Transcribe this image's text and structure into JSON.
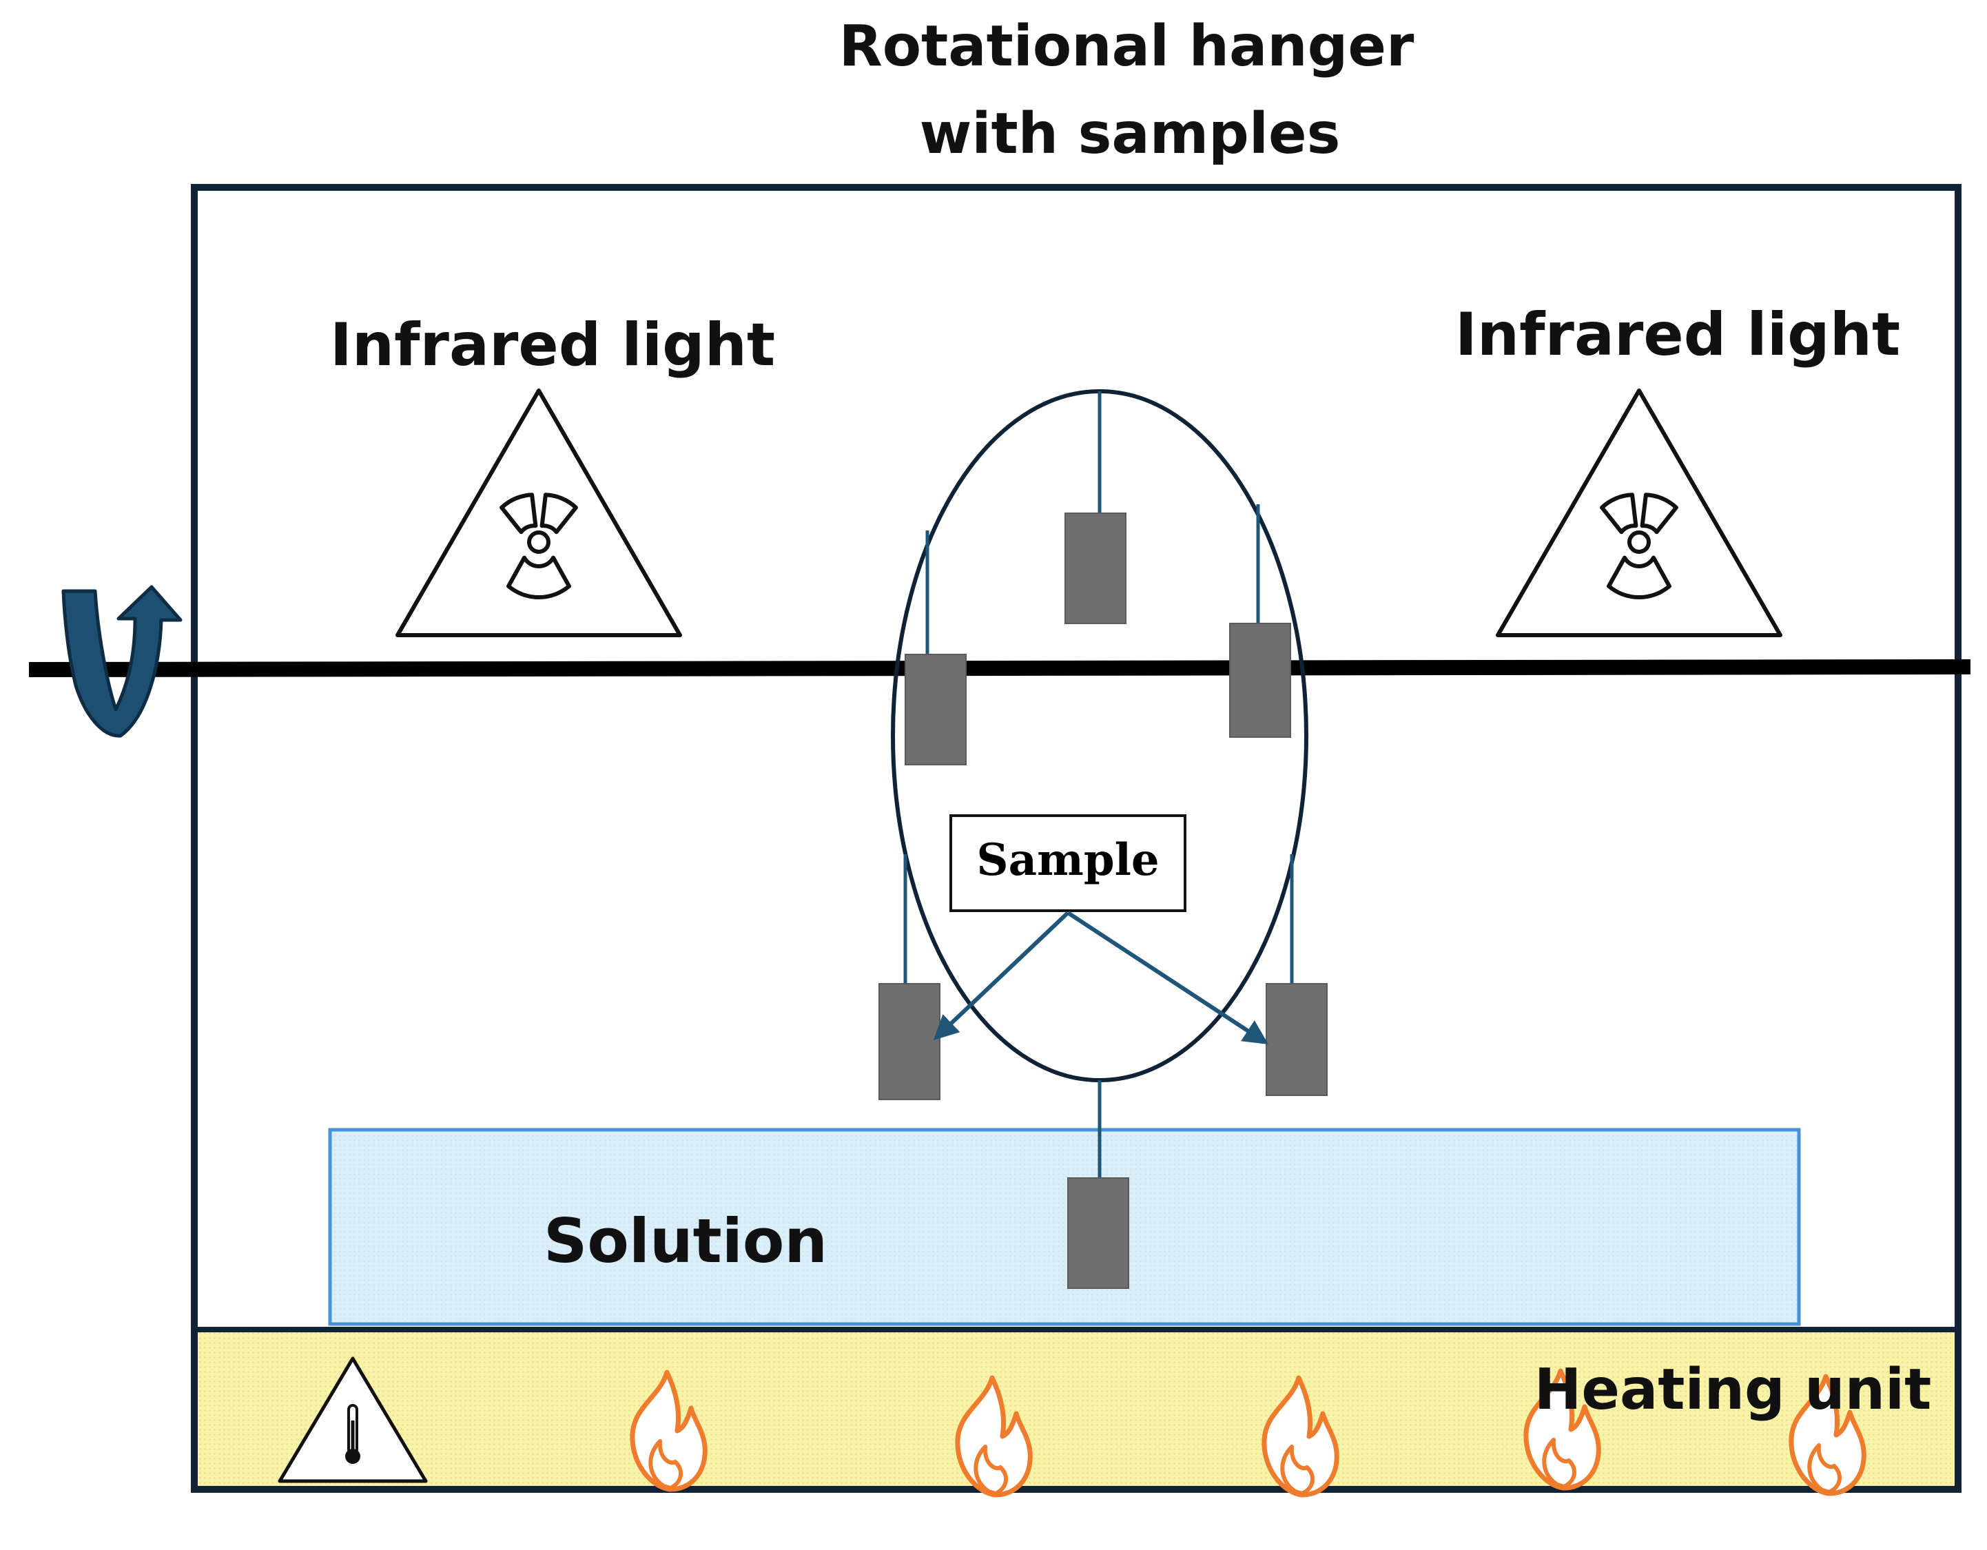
{
  "labels": {
    "title_line1": "Rotational hanger",
    "title_line2": "with samples",
    "infrared_left": "Infrared light",
    "infrared_right": "Infrared light",
    "sample": "Sample",
    "solution": "Solution",
    "heating_unit": "Heating unit"
  },
  "icons": {
    "radiation": "radiation-warning-icon",
    "thermometer": "temperature-warning-icon",
    "flame": "flame-icon",
    "rotation": "rotation-arrow-icon"
  },
  "colors": {
    "outline": "#0f2236",
    "rod": "#000000",
    "hanger_wire": "#1f5578",
    "sample_block": "#6f6f6f",
    "solution_fill": "#d9eef9",
    "solution_border": "#4a90d9",
    "heater_fill": "#f9f2a7",
    "flame": "#ef7b2c",
    "rotation_arrow": "#1d4f73"
  }
}
